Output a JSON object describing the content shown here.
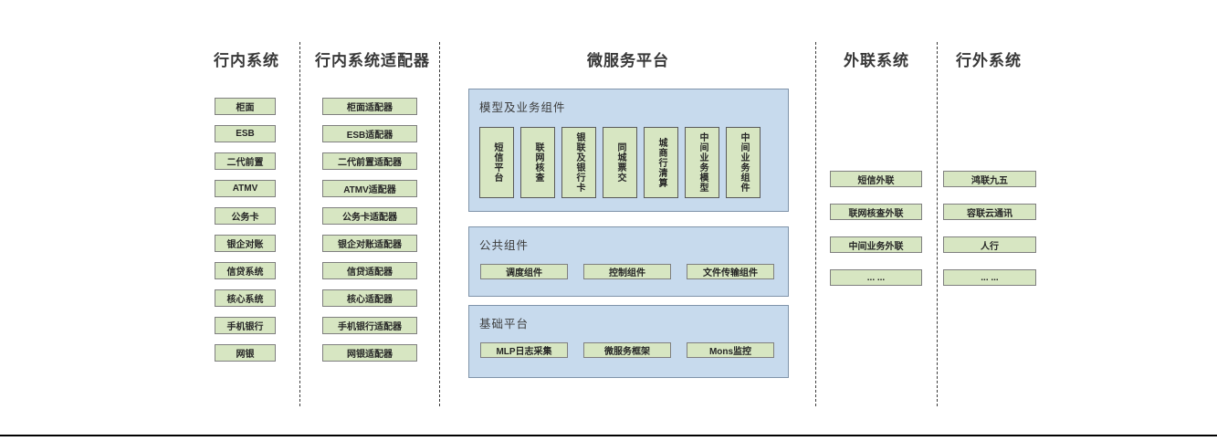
{
  "diagram": {
    "columns": {
      "internal": {
        "title": "行内系统",
        "items": [
          "柜面",
          "ESB",
          "二代前置",
          "ATMV",
          "公务卡",
          "银企对账",
          "信贷系统",
          "核心系统",
          "手机银行",
          "网银"
        ]
      },
      "adapters": {
        "title": "行内系统适配器",
        "items": [
          "柜面适配器",
          "ESB适配器",
          "二代前置适配器",
          "ATMV适配器",
          "公务卡适配器",
          "银企对账适配器",
          "信贷适配器",
          "核心适配器",
          "手机银行适配器",
          "网银适配器"
        ]
      },
      "platform": {
        "title": "微服务平台",
        "groups": {
          "model": {
            "title": "模型及业务组件",
            "items": [
              "短信平台",
              "联网核查",
              "银联及银行卡",
              "同城票交",
              "城商行清算",
              "中间业务模型",
              "中间业务组件"
            ]
          },
          "common": {
            "title": "公共组件",
            "items": [
              "调度组件",
              "控制组件",
              "文件传输组件"
            ]
          },
          "base": {
            "title": "基础平台",
            "items": [
              "MLP日志采集",
              "微服务框架",
              "Mons监控"
            ]
          }
        }
      },
      "external": {
        "title": "外联系统",
        "items": [
          "短信外联",
          "联网核查外联",
          "中间业务外联",
          "... ..."
        ]
      },
      "outside": {
        "title": "行外系统",
        "items": [
          "鸿联九五",
          "容联云通讯",
          "人行",
          "... ..."
        ]
      }
    },
    "colors": {
      "box_green": "#d7e6c2",
      "box_green_border": "#7f7f7f",
      "panel_blue": "#c7daed",
      "panel_blue_border": "#8094aa",
      "separator": "#3c3c3c",
      "text": "#262626"
    }
  }
}
